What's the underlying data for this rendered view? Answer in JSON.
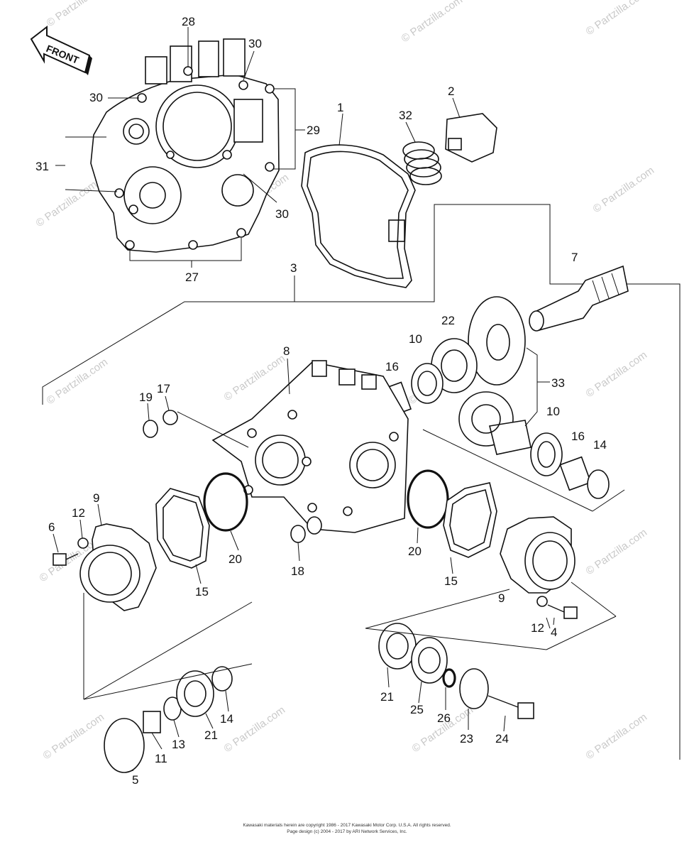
{
  "front_label": "FRONT",
  "watermark": "© Partzilla.com",
  "callouts": {
    "p1": "1",
    "p2": "2",
    "p3": "3",
    "p4": "4",
    "p5": "5",
    "p6": "6",
    "p7": "7",
    "p8": "8",
    "p9a": "9",
    "p9b": "9",
    "p10a": "10",
    "p10b": "10",
    "p11": "11",
    "p12a": "12",
    "p12b": "12",
    "p13": "13",
    "p14a": "14",
    "p14b": "14",
    "p15a": "15",
    "p15b": "15",
    "p16a": "16",
    "p16b": "16",
    "p17": "17",
    "p18": "18",
    "p19": "19",
    "p20a": "20",
    "p20b": "20",
    "p21a": "21",
    "p21b": "21",
    "p22": "22",
    "p23": "23",
    "p24": "24",
    "p25": "25",
    "p26": "26",
    "p27": "27",
    "p28": "28",
    "p29": "29",
    "p30a": "30",
    "p30b": "30",
    "p30c": "30",
    "p31": "31",
    "p32": "32",
    "p33": "33"
  },
  "footer": {
    "line1": "Kawasaki materials herein are copyright 1986 - 2017 Kawasaki Motor Corp. U.S.A. All rights reserved.",
    "line2": "Page design (c) 2004 - 2017 by ARI Network Services, Inc."
  }
}
